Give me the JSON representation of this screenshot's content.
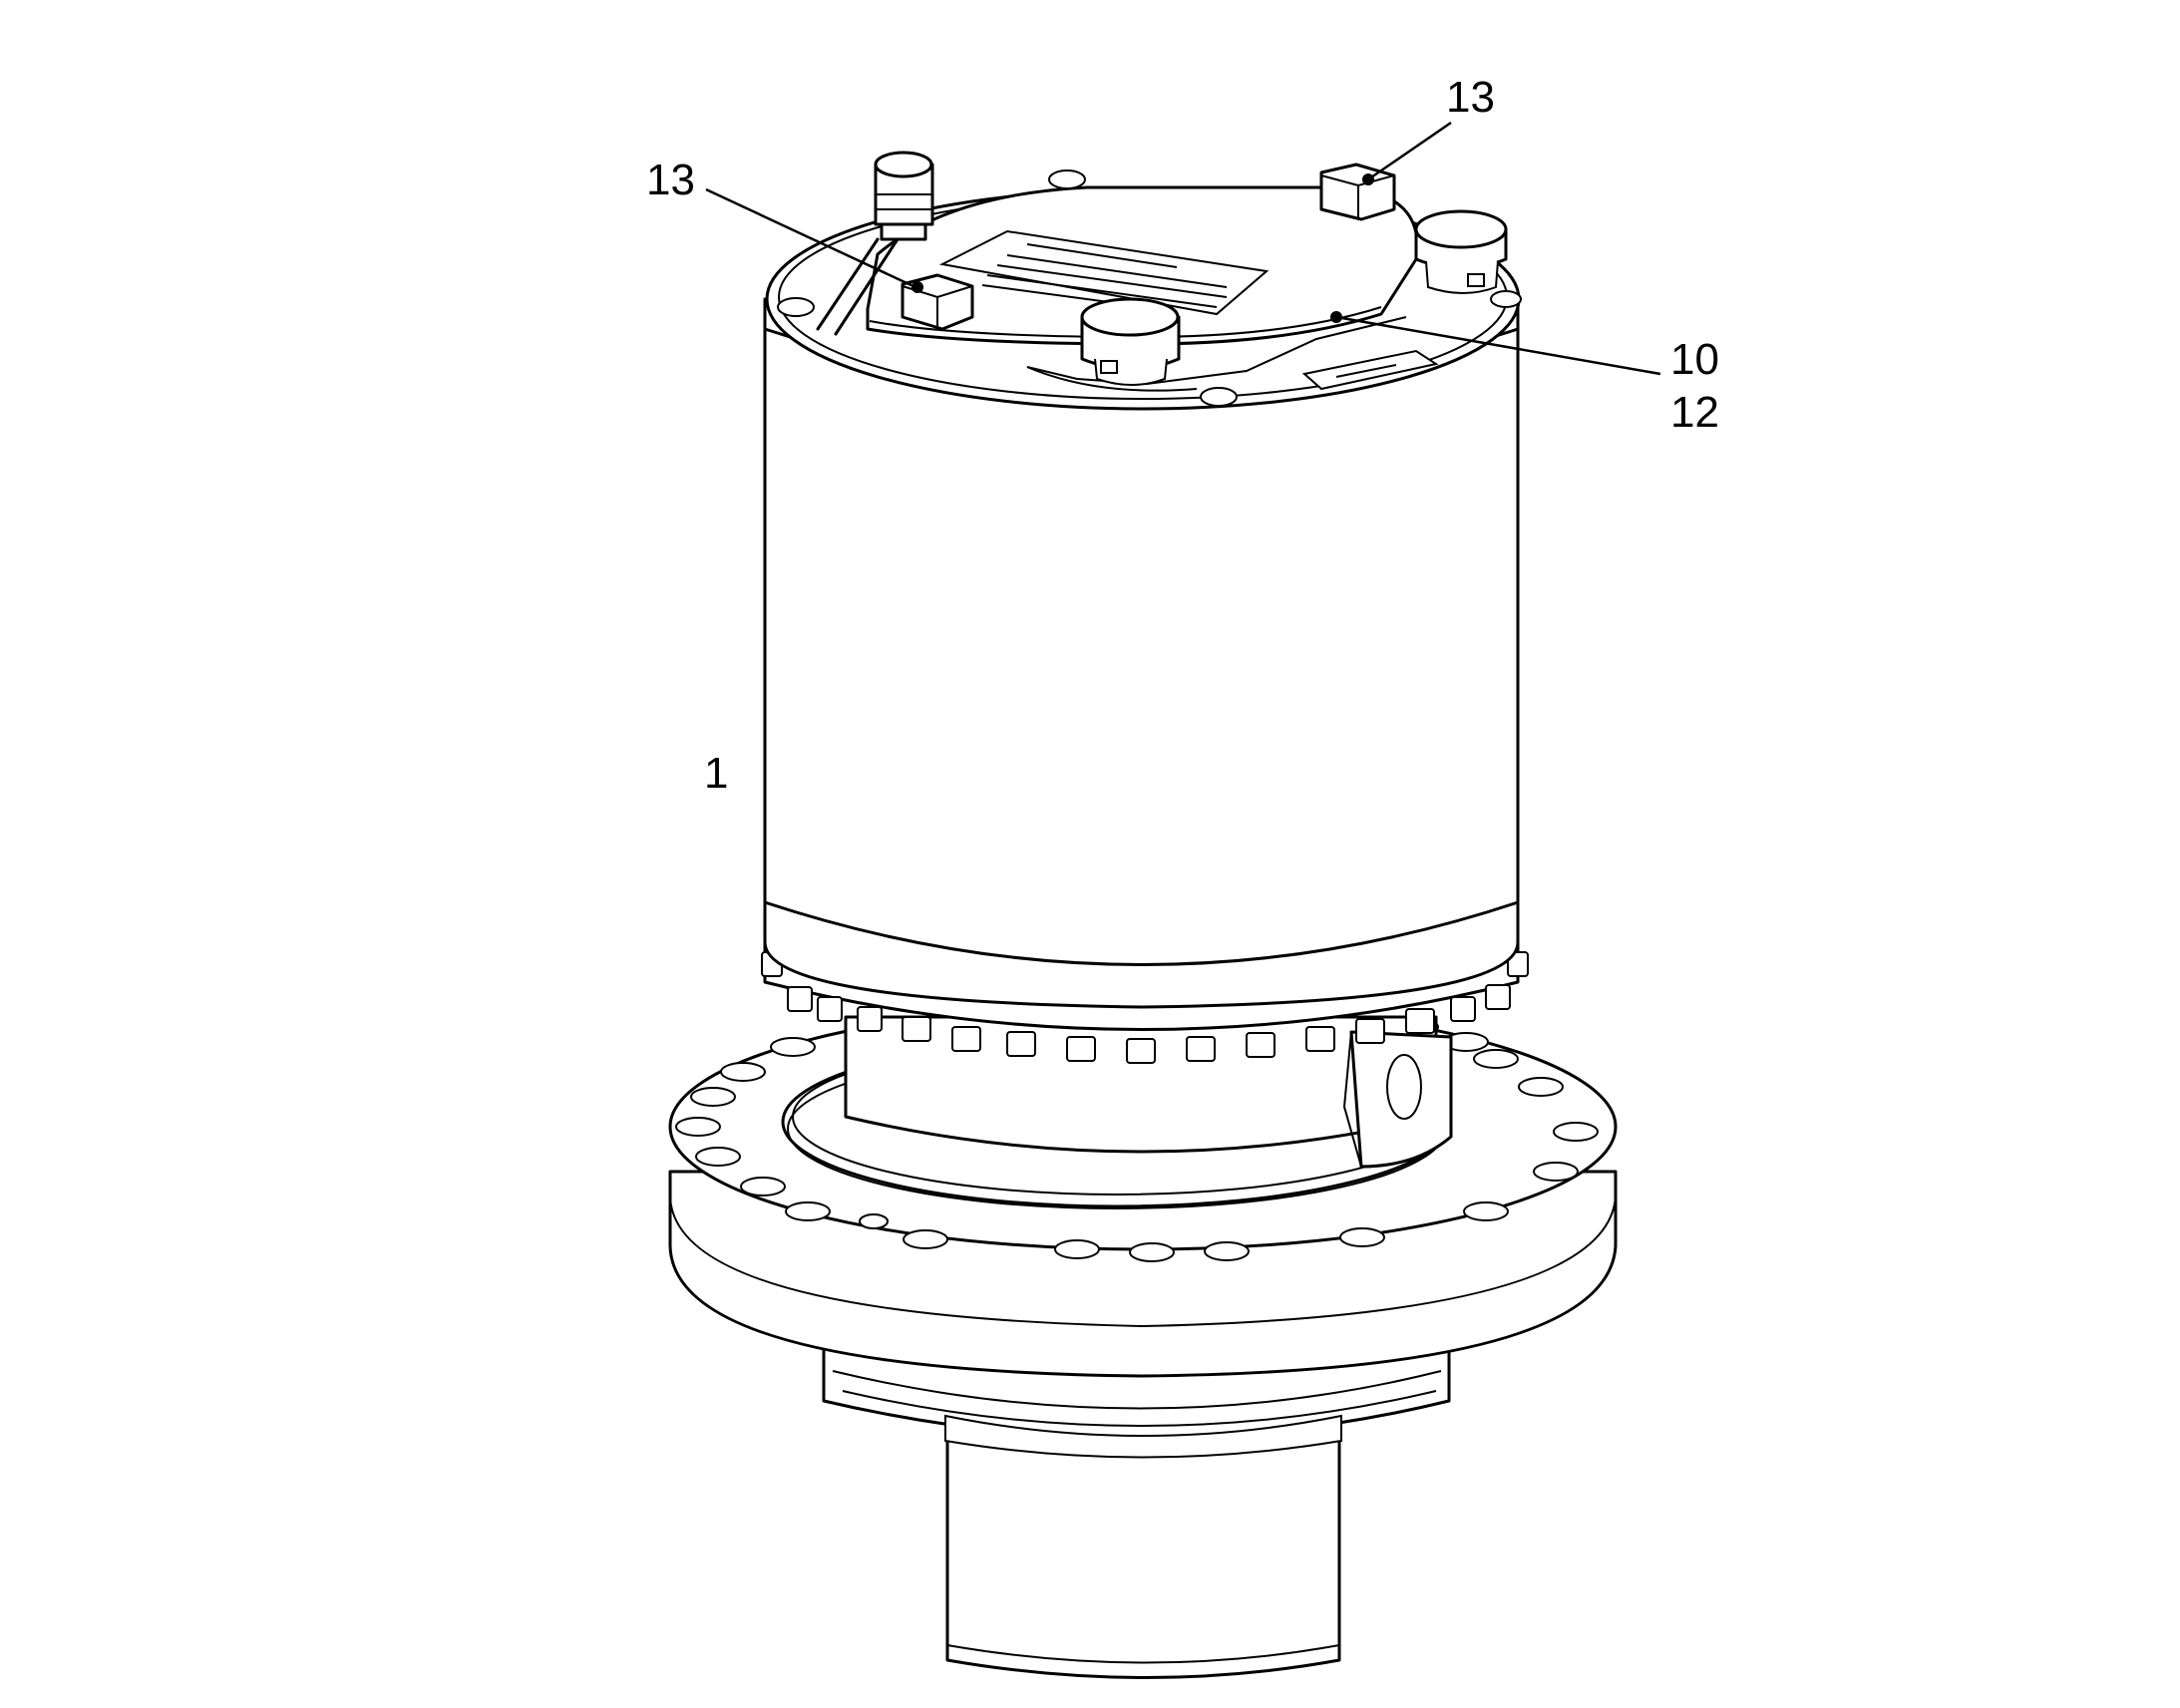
{
  "callouts": {
    "top_right": "13",
    "top_left": "13",
    "right_upper": "10",
    "right_lower": "12",
    "left_body": "1"
  },
  "nameplate": {
    "lines": [
      "",
      "",
      "",
      "",
      ""
    ]
  }
}
